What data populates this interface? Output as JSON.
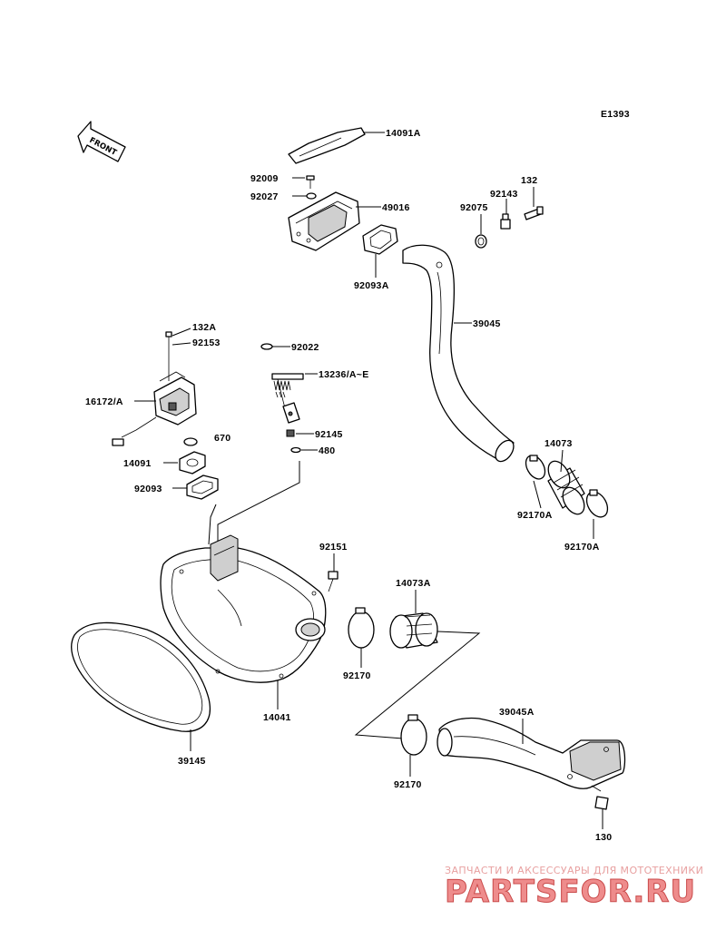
{
  "diagram_code": "E1393",
  "front_arrow_label": "FRONT",
  "parts": {
    "p14091A": "14091A",
    "p92009": "92009",
    "p92027": "92027",
    "p49016": "49016",
    "p92093A": "92093A",
    "p132": "132",
    "p92143": "92143",
    "p92075": "92075",
    "p39045": "39045",
    "p132A": "132A",
    "p92153": "92153",
    "p16172A": "16172/A",
    "p670": "670",
    "p14091": "14091",
    "p92093": "92093",
    "p92022": "92022",
    "p13236": "13236/A~E",
    "p92145": "92145",
    "p480": "480",
    "p14073": "14073",
    "p92170A_1": "92170A",
    "p92170A_2": "92170A",
    "p92151": "92151",
    "p14073A": "14073A",
    "p92170_1": "92170",
    "p14041": "14041",
    "p39145": "39145",
    "p39045A": "39045A",
    "p92170_2": "92170",
    "p130": "130"
  },
  "watermark": {
    "tagline": "ЗАПЧАСТИ И АКСЕССУАРЫ ДЛЯ МОТОТЕХНИКИ",
    "brand": "PARTSFOR.RU"
  }
}
